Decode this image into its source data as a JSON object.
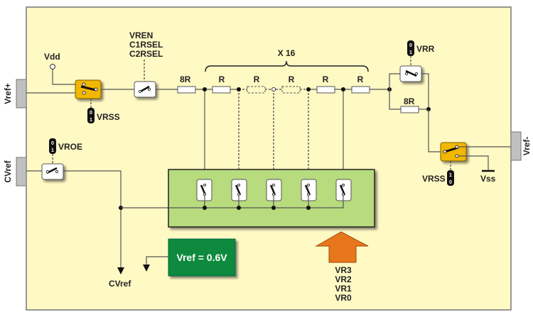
{
  "diagram": {
    "title_pins": {
      "vref_plus": "Vref+",
      "vref_minus": "Vref-",
      "cvref_pin": "CVref"
    },
    "labels": {
      "vdd": "Vdd",
      "vss": "Vss",
      "cvref_out": "CVref",
      "vren_lines": [
        "VREN",
        "C1RSEL",
        "C2RSEL"
      ],
      "x16": "X 16",
      "r8_left": "8R",
      "r8_right": "8R",
      "r": "R",
      "vrss_left": "VRSS",
      "vrss_right": "VRSS",
      "vroe": "VROE",
      "vrr": "VRR",
      "vref_box": "Vref = 0.6V",
      "vr_bits": [
        "VR3",
        "VR2",
        "VR1",
        "VR0"
      ]
    },
    "bit_switches": {
      "vrss_left": [
        "0",
        "1"
      ],
      "vroe": [
        "0",
        "1"
      ],
      "vrr": [
        "0",
        "1"
      ],
      "vrss_right": [
        "1",
        "0"
      ]
    },
    "resistor_ladder": {
      "count_label": "X 16",
      "resistors": [
        "R",
        "R",
        "R",
        "R",
        "R"
      ],
      "dashed": [
        false,
        true,
        true,
        false,
        false
      ]
    },
    "colors": {
      "panel": "#fff9c4",
      "yellow_switch": "#f2b705",
      "mux_box": "#b7db7d",
      "vref_box": "#0a8a3c",
      "arrow": "#e8761a",
      "pin": "#c0c0c0"
    }
  }
}
